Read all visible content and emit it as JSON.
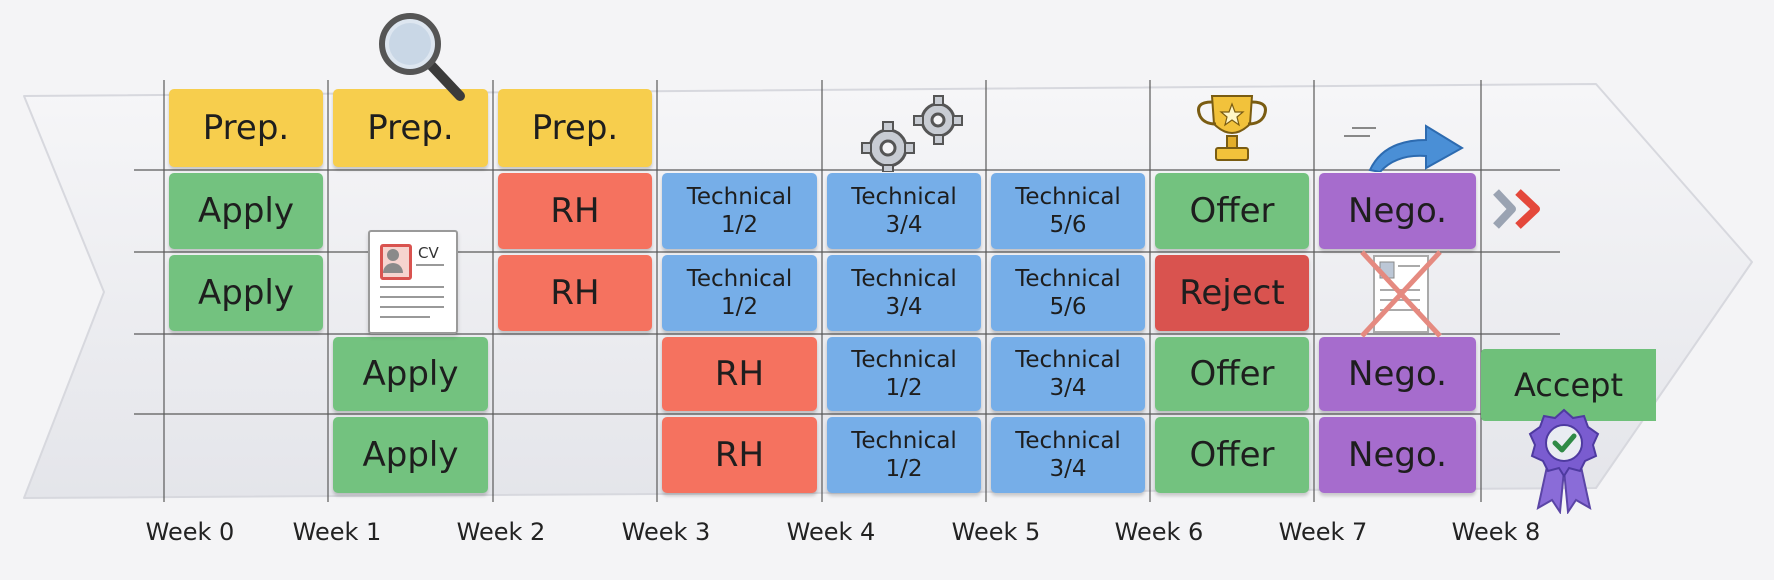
{
  "weeks": [
    "Week 0",
    "Week 1",
    "Week 2",
    "Week 3",
    "Week 4",
    "Week 5",
    "Week 6",
    "Week 7",
    "Week 8"
  ],
  "blocks": [
    {
      "label": "Prep.",
      "color": "yellow",
      "row": 0,
      "col": 0
    },
    {
      "label": "Prep.",
      "color": "yellow",
      "row": 0,
      "col": 1
    },
    {
      "label": "Prep.",
      "color": "yellow",
      "row": 0,
      "col": 2
    },
    {
      "label": "Apply",
      "color": "green",
      "row": 1,
      "col": 0
    },
    {
      "label": "RH",
      "color": "red",
      "row": 1,
      "col": 2
    },
    {
      "label": "Technical\n1/2",
      "color": "blue",
      "row": 1,
      "col": 3
    },
    {
      "label": "Technical\n3/4",
      "color": "blue",
      "row": 1,
      "col": 4
    },
    {
      "label": "Technical\n5/6",
      "color": "blue",
      "row": 1,
      "col": 5
    },
    {
      "label": "Offer",
      "color": "green",
      "row": 1,
      "col": 6
    },
    {
      "label": "Nego.",
      "color": "purple",
      "row": 1,
      "col": 7
    },
    {
      "label": "Apply",
      "color": "green",
      "row": 2,
      "col": 0
    },
    {
      "label": "RH",
      "color": "red",
      "row": 2,
      "col": 2
    },
    {
      "label": "Technical\n1/2",
      "color": "blue",
      "row": 2,
      "col": 3
    },
    {
      "label": "Technical\n3/4",
      "color": "blue",
      "row": 2,
      "col": 4
    },
    {
      "label": "Technical\n5/6",
      "color": "blue",
      "row": 2,
      "col": 5
    },
    {
      "label": "Reject",
      "color": "darkred",
      "row": 2,
      "col": 6
    },
    {
      "label": "Apply",
      "color": "green",
      "row": 3,
      "col": 1
    },
    {
      "label": "RH",
      "color": "red",
      "row": 3,
      "col": 3
    },
    {
      "label": "Technical\n1/2",
      "color": "blue",
      "row": 3,
      "col": 4
    },
    {
      "label": "Technical\n3/4",
      "color": "blue",
      "row": 3,
      "col": 5
    },
    {
      "label": "Offer",
      "color": "green",
      "row": 3,
      "col": 6
    },
    {
      "label": "Nego.",
      "color": "purple",
      "row": 3,
      "col": 7
    },
    {
      "label": "Apply",
      "color": "green",
      "row": 4,
      "col": 1
    },
    {
      "label": "RH",
      "color": "red",
      "row": 4,
      "col": 3
    },
    {
      "label": "Technical\n1/2",
      "color": "blue",
      "row": 4,
      "col": 4
    },
    {
      "label": "Technical\n3/4",
      "color": "blue",
      "row": 4,
      "col": 5
    },
    {
      "label": "Offer",
      "color": "green",
      "row": 4,
      "col": 6
    },
    {
      "label": "Nego.",
      "color": "purple",
      "row": 4,
      "col": 7
    }
  ],
  "accept": {
    "label": "Accept",
    "row": 3,
    "col": 8
  },
  "cv_icon_text": "CV",
  "colors": {
    "yellow": "#f7ce4d",
    "green": "#73c27f",
    "red": "#f5725f",
    "darkred": "#d9534f",
    "blue": "#76aee8",
    "purple": "#a66ccd"
  },
  "icons": [
    "magnifier-icon",
    "cv-document-icon",
    "gears-icon",
    "trophy-icon",
    "forward-arrow-icon",
    "next-chevron-icon",
    "rejected-cv-icon",
    "approved-badge-icon"
  ]
}
